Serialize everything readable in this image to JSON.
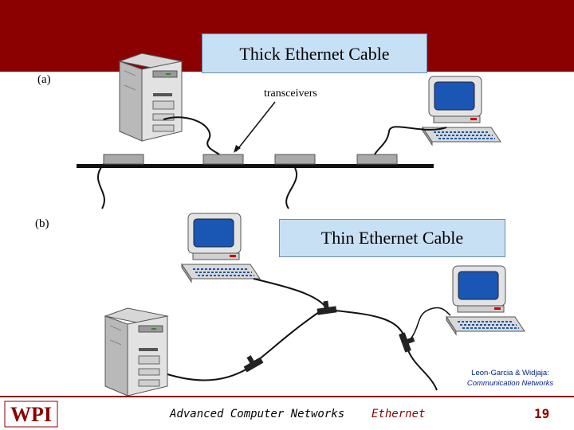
{
  "labels": {
    "thick_cable": "Thick Ethernet Cable",
    "thin_cable": "Thin Ethernet Cable",
    "part_a": "(a)",
    "part_b": "(b)",
    "transceivers": "transceivers"
  },
  "credit": {
    "line1": "Leon-Garcia & Widjaja:",
    "line2": "Communication Networks"
  },
  "footer": {
    "logo": "WPI",
    "course": "Advanced Computer Networks",
    "topic": "Ethernet",
    "page": "19"
  },
  "colors": {
    "banner": "#8b0000",
    "label_box": "#c8e0f4",
    "screen": "#1a56b4",
    "credit_text": "#00208a"
  }
}
